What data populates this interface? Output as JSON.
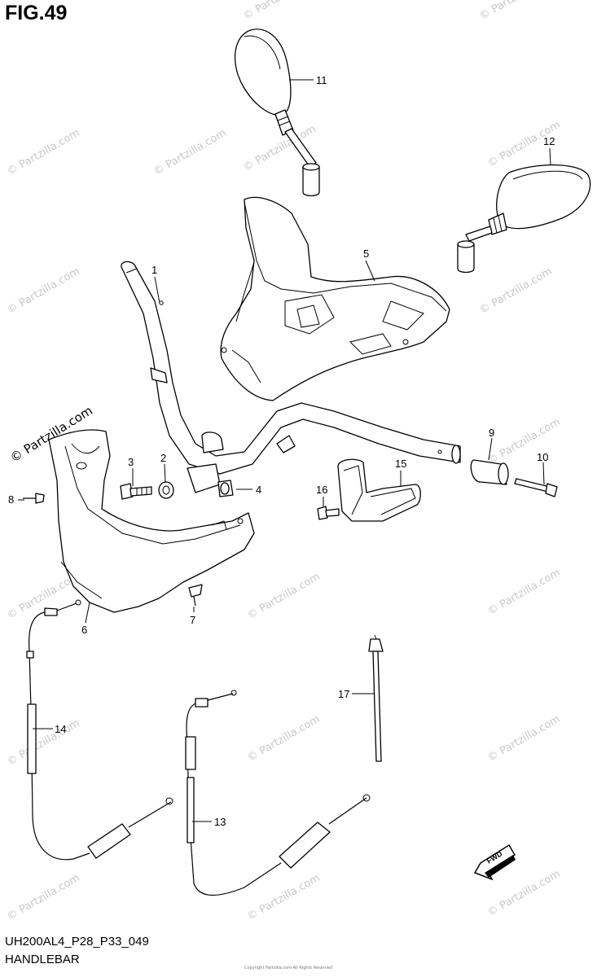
{
  "figure": {
    "title": "FIG.49",
    "code": "UH200AL4_P28_P33_049",
    "name": "HANDLEBAR"
  },
  "watermark": {
    "text": "© Partzilla.com",
    "primary": "© Partzilla.com"
  },
  "footer_fine_print": "Copyright Partzilla.com All Rights Reserved",
  "fwd_badge": "FWD",
  "callouts": [
    {
      "id": "c1",
      "label": "1"
    },
    {
      "id": "c2",
      "label": "2"
    },
    {
      "id": "c3",
      "label": "3"
    },
    {
      "id": "c4",
      "label": "4"
    },
    {
      "id": "c5",
      "label": "5"
    },
    {
      "id": "c6",
      "label": "6"
    },
    {
      "id": "c7",
      "label": "7"
    },
    {
      "id": "c8",
      "label": "8"
    },
    {
      "id": "c9",
      "label": "9"
    },
    {
      "id": "c10",
      "label": "10"
    },
    {
      "id": "c11",
      "label": "11"
    },
    {
      "id": "c12",
      "label": "12"
    },
    {
      "id": "c13",
      "label": "13"
    },
    {
      "id": "c14",
      "label": "14"
    },
    {
      "id": "c15",
      "label": "15"
    },
    {
      "id": "c16",
      "label": "16"
    },
    {
      "id": "c17",
      "label": "17"
    }
  ]
}
